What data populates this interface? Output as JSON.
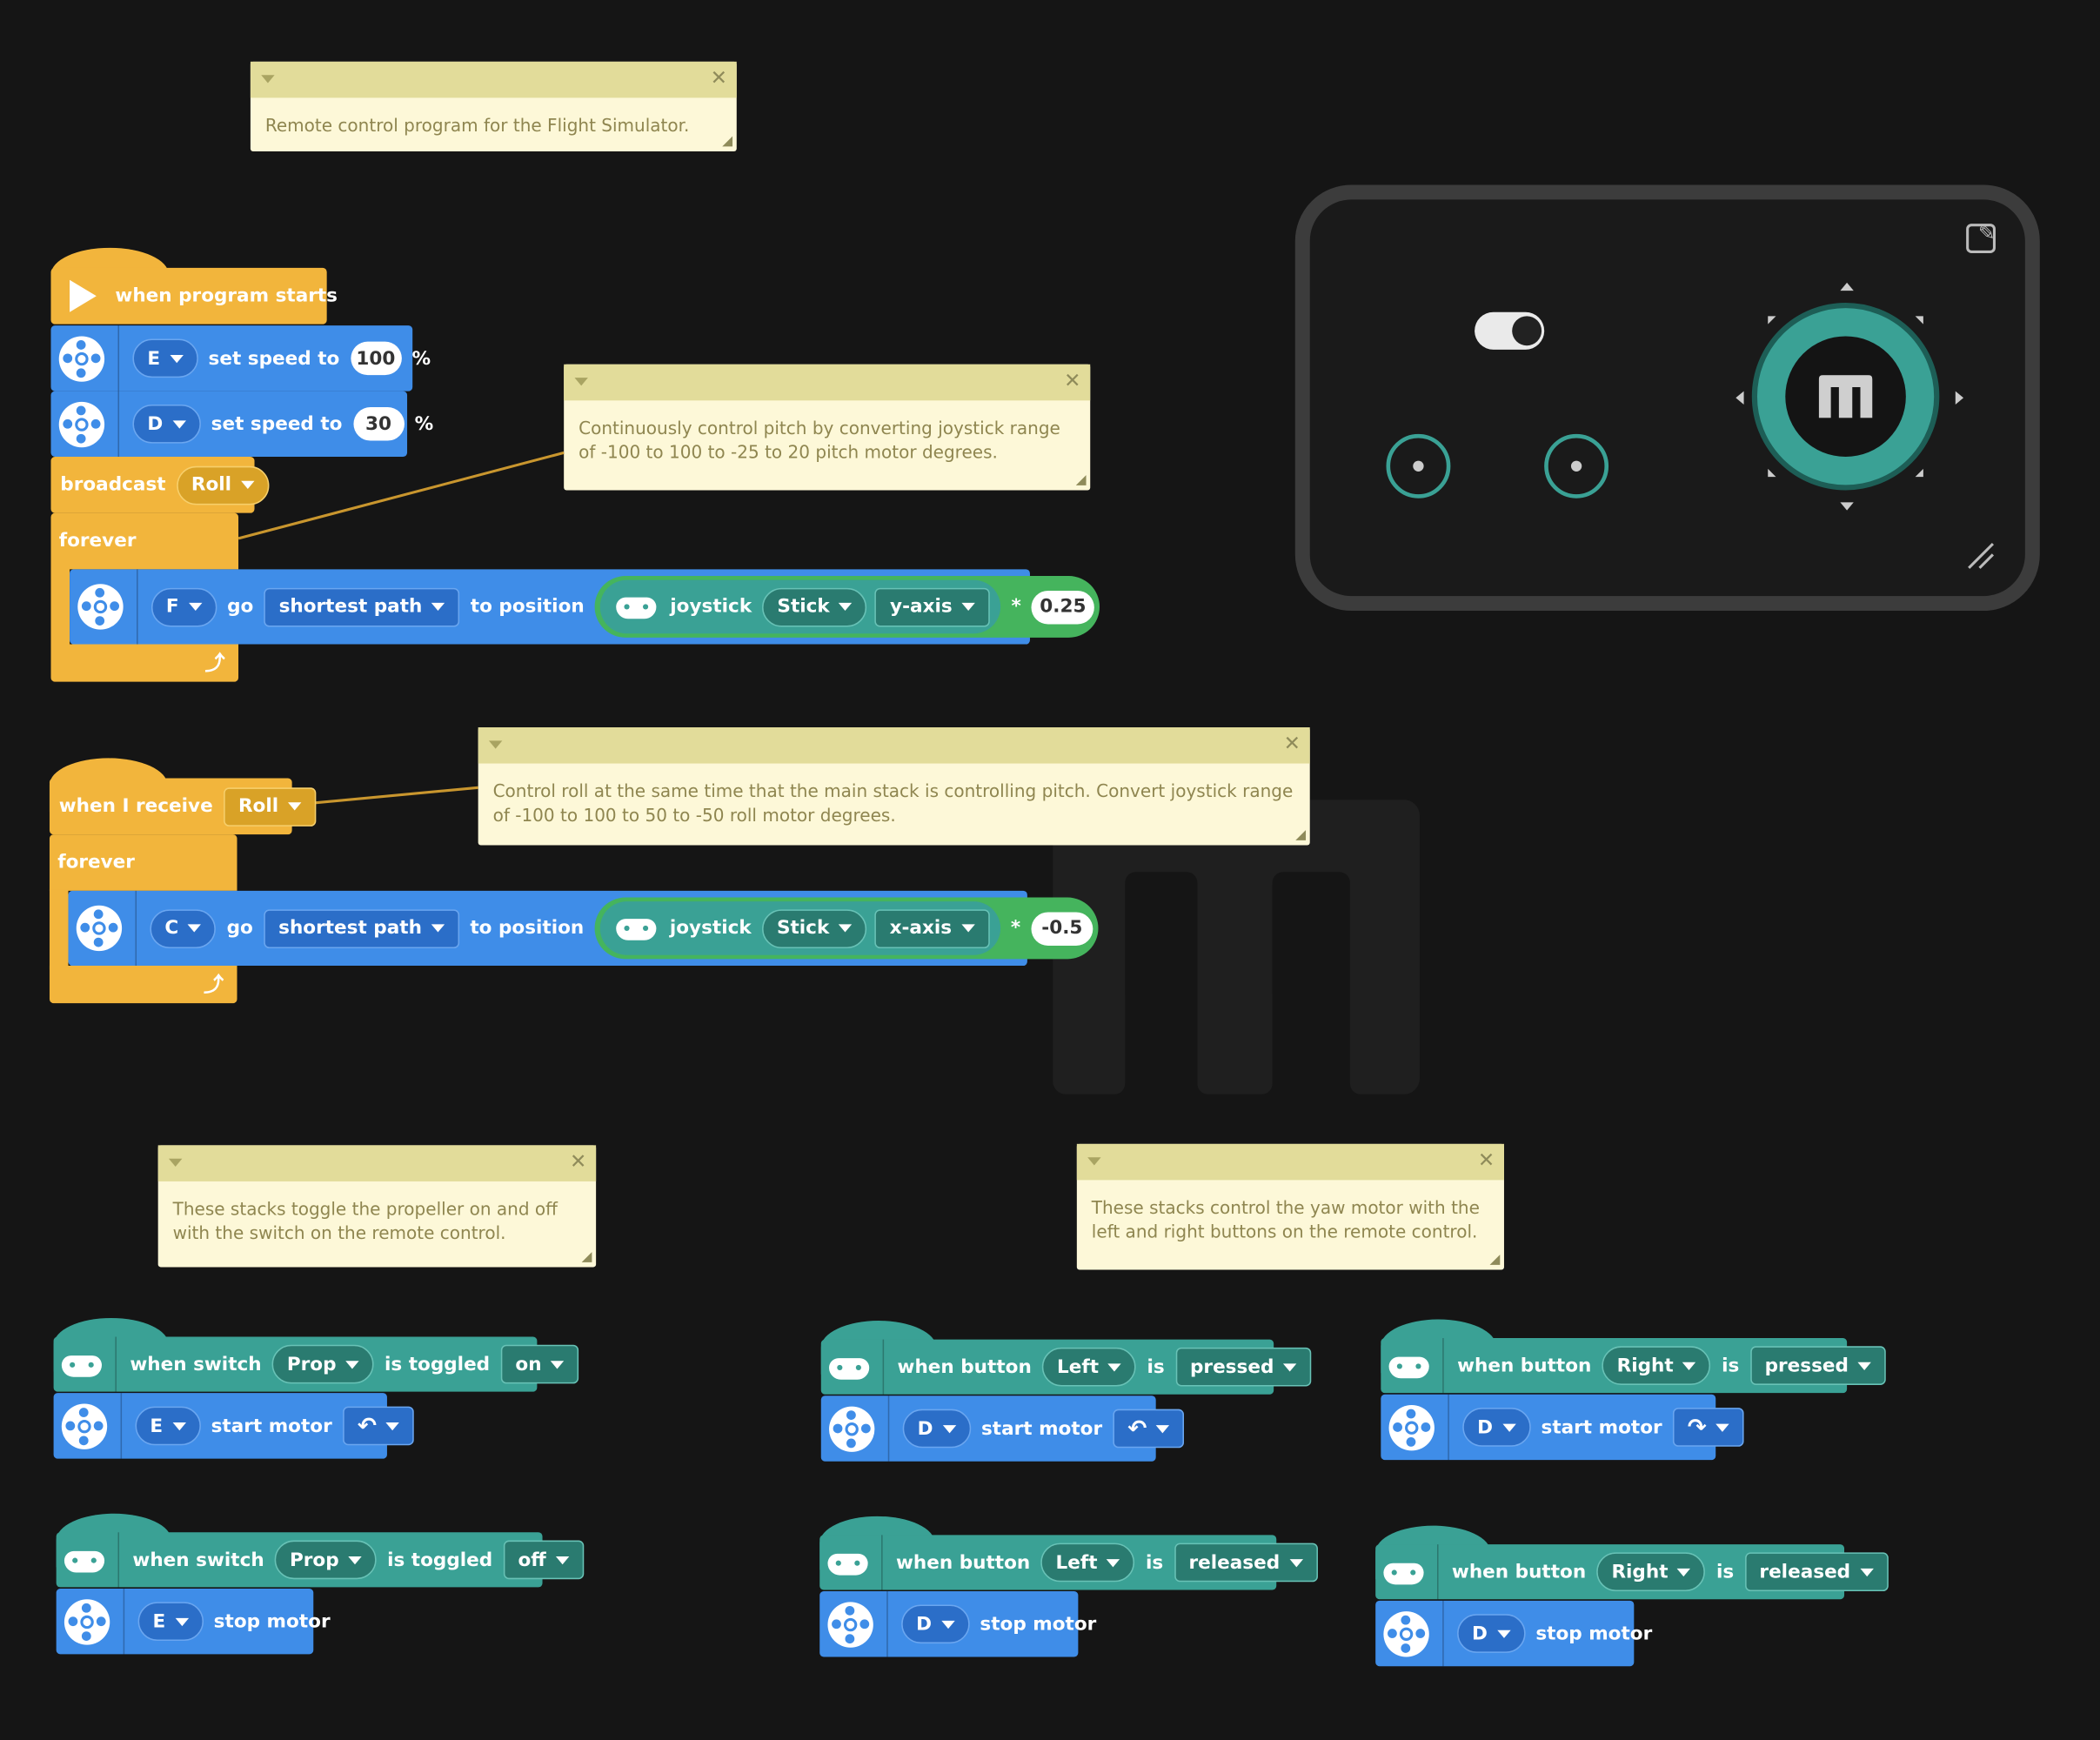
{
  "comments": [
    {
      "text": "Remote control program for the Flight Simulator."
    },
    {
      "text": "Continuously control pitch by converting joystick range of -100 to 100 to -25 to 20 pitch motor degrees."
    },
    {
      "text": "Control roll at the same time that the main stack is controlling pitch. Convert joystick range of -100 to 100 to 50 to -50 roll motor degrees."
    },
    {
      "text": "These stacks toggle the propeller on and off with the switch on the remote control."
    },
    {
      "text": "These stacks control the yaw motor with the left and right buttons on the remote control."
    }
  ],
  "stack1": {
    "hat": "when program starts",
    "speed1": {
      "motor": "E",
      "label": "set speed to",
      "value": "100",
      "unit": "%"
    },
    "speed2": {
      "motor": "D",
      "label": "set speed to",
      "value": "30",
      "unit": "%"
    },
    "broadcast": {
      "label": "broadcast",
      "message": "Roll"
    },
    "forever": "forever",
    "go": {
      "motor": "F",
      "go": "go",
      "path": "shortest path",
      "to": "to position",
      "joystick": "joystick",
      "stick": "Stick",
      "axis": "y-axis",
      "op": "*",
      "factor": "0.25"
    }
  },
  "stack2": {
    "hat": {
      "label": "when I receive",
      "message": "Roll"
    },
    "forever": "forever",
    "go": {
      "motor": "C",
      "go": "go",
      "path": "shortest path",
      "to": "to position",
      "joystick": "joystick",
      "stick": "Stick",
      "axis": "x-axis",
      "op": "*",
      "factor": "-0.5"
    }
  },
  "switch_on": {
    "when": "when switch",
    "name": "Prop",
    "is": "is toggled",
    "state": "on",
    "motor": "E",
    "action": "start motor",
    "dir_icon": "counterclockwise-icon"
  },
  "switch_off": {
    "when": "when switch",
    "name": "Prop",
    "is": "is toggled",
    "state": "off",
    "motor": "E",
    "action": "stop motor"
  },
  "left_pressed": {
    "when": "when button",
    "button": "Left",
    "is": "is",
    "state": "pressed",
    "motor": "D",
    "action": "start motor",
    "dir_icon": "counterclockwise-icon"
  },
  "right_pressed": {
    "when": "when button",
    "button": "Right",
    "is": "is",
    "state": "pressed",
    "motor": "D",
    "action": "start motor",
    "dir_icon": "clockwise-icon"
  },
  "left_released": {
    "when": "when button",
    "button": "Left",
    "is": "is",
    "state": "released",
    "motor": "D",
    "action": "stop motor"
  },
  "right_released": {
    "when": "when button",
    "button": "Right",
    "is": "is",
    "state": "released",
    "motor": "D",
    "action": "stop motor"
  },
  "colors": {
    "event_yellow": "#f2b53c",
    "motor_blue": "#3f8de8",
    "remote_teal": "#3aa195",
    "joystick_green": "#45b45d",
    "comment_bg": "#fdf8d8"
  }
}
